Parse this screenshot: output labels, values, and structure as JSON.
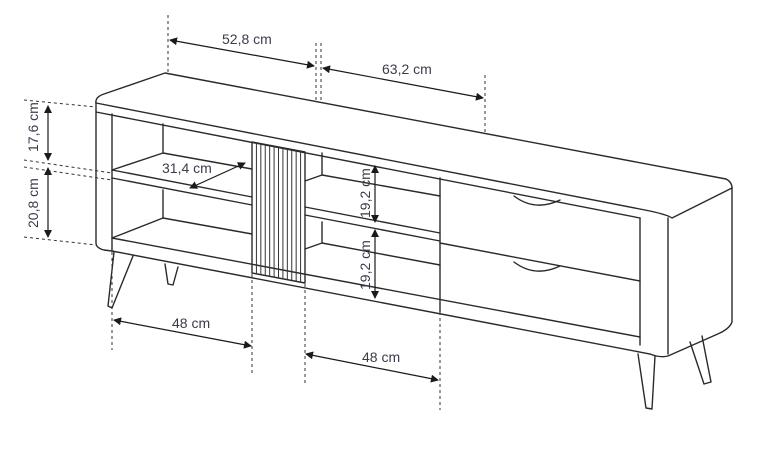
{
  "title": "TV stand dimensions drawing",
  "dimensions": {
    "top_left_width": "52,8 cm",
    "top_right_width": "63,2 cm",
    "upper_shelf_height": "17,6 cm",
    "lower_shelf_height": "20,8 cm",
    "shelf_depth": "31,4 cm",
    "drawer_height_upper": "19,2 cm",
    "drawer_height_lower": "19,2 cm",
    "left_compartment_width": "48 cm",
    "middle_compartment_width": "48 cm"
  },
  "colors": {
    "line": "#2a2a2a",
    "text": "#3b3b4c"
  }
}
